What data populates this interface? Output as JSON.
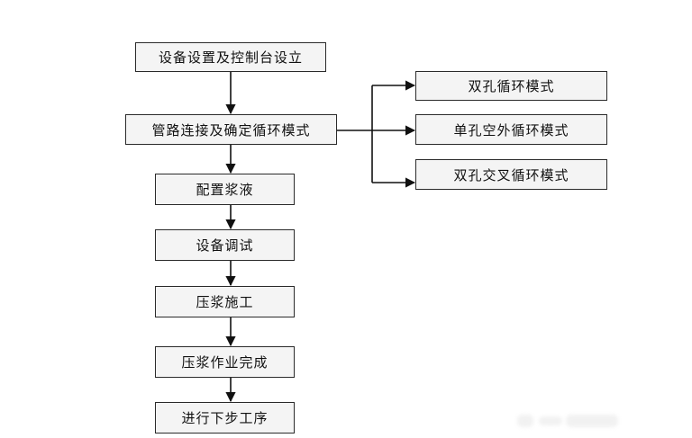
{
  "flow": {
    "setup": "设备设置及控制台设立",
    "pipe": "管路连接及确定循环模式",
    "config": "配置浆液",
    "debug": "设备调试",
    "grout": "压浆施工",
    "complete": "压浆作业完成",
    "next": "进行下步工序"
  },
  "modes": [
    {
      "label": "双孔循环模式"
    },
    {
      "label": "单孔空外循环模式"
    },
    {
      "label": "双孔交叉循环模式"
    }
  ],
  "colors": {
    "line": "#111111",
    "box_border": "#2a2a2a",
    "box_fill": "#f4f4f4"
  }
}
